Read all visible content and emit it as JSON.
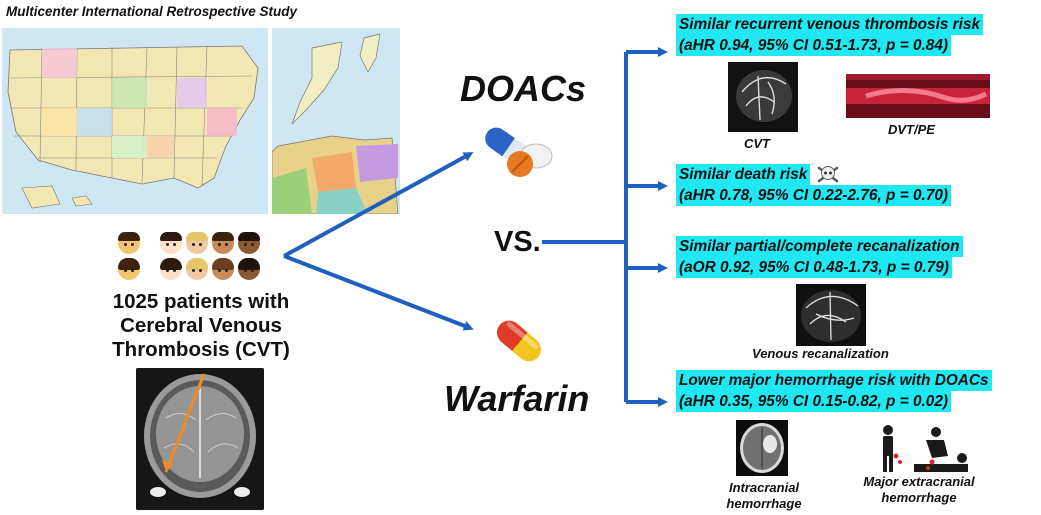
{
  "study_title": "Multicenter International Retrospective Study",
  "patients": {
    "line1": "1025 patients with",
    "line2": "Cerebral Venous",
    "line3": "Thrombosis (CVT)"
  },
  "treatments": {
    "doac": "DOACs",
    "vs": "VS.",
    "warfarin": "Warfarin"
  },
  "outcomes": [
    {
      "title": "Similar recurrent venous thrombosis risk",
      "stats": "(aHR 0.94, 95% CI 0.51-1.73, p = 0.84)"
    },
    {
      "title": "Similar death risk",
      "stats": "(aHR 0.78, 95% CI 0.22-2.76, p = 0.70)"
    },
    {
      "title": "Similar partial/complete recanalization",
      "stats": "(aOR 0.92, 95% CI 0.48-1.73, p = 0.79)"
    },
    {
      "title": "Lower major hemorrhage risk with DOACs",
      "stats": "(aHR 0.35, 95% CI 0.15-0.82, p = 0.02)"
    }
  ],
  "captions": {
    "cvt": "CVT",
    "dvt_pe": "DVT/PE",
    "venous_recanalization": "Venous recanalization",
    "intracranial_1": "Intracranial",
    "intracranial_2": "hemorrhage",
    "extracranial_1": "Major extracranial",
    "extracranial_2": "hemorrhage"
  },
  "colors": {
    "arrow": "#1f5fbf",
    "highlight": "#1fe8f2"
  },
  "icons": [
    "us-map",
    "europe-map",
    "patient-emoji-icons",
    "brain-scan",
    "doac-pills-icon",
    "warfarin-capsule-icon",
    "skull-crossbones-icon",
    "bleeding-person-icon"
  ]
}
